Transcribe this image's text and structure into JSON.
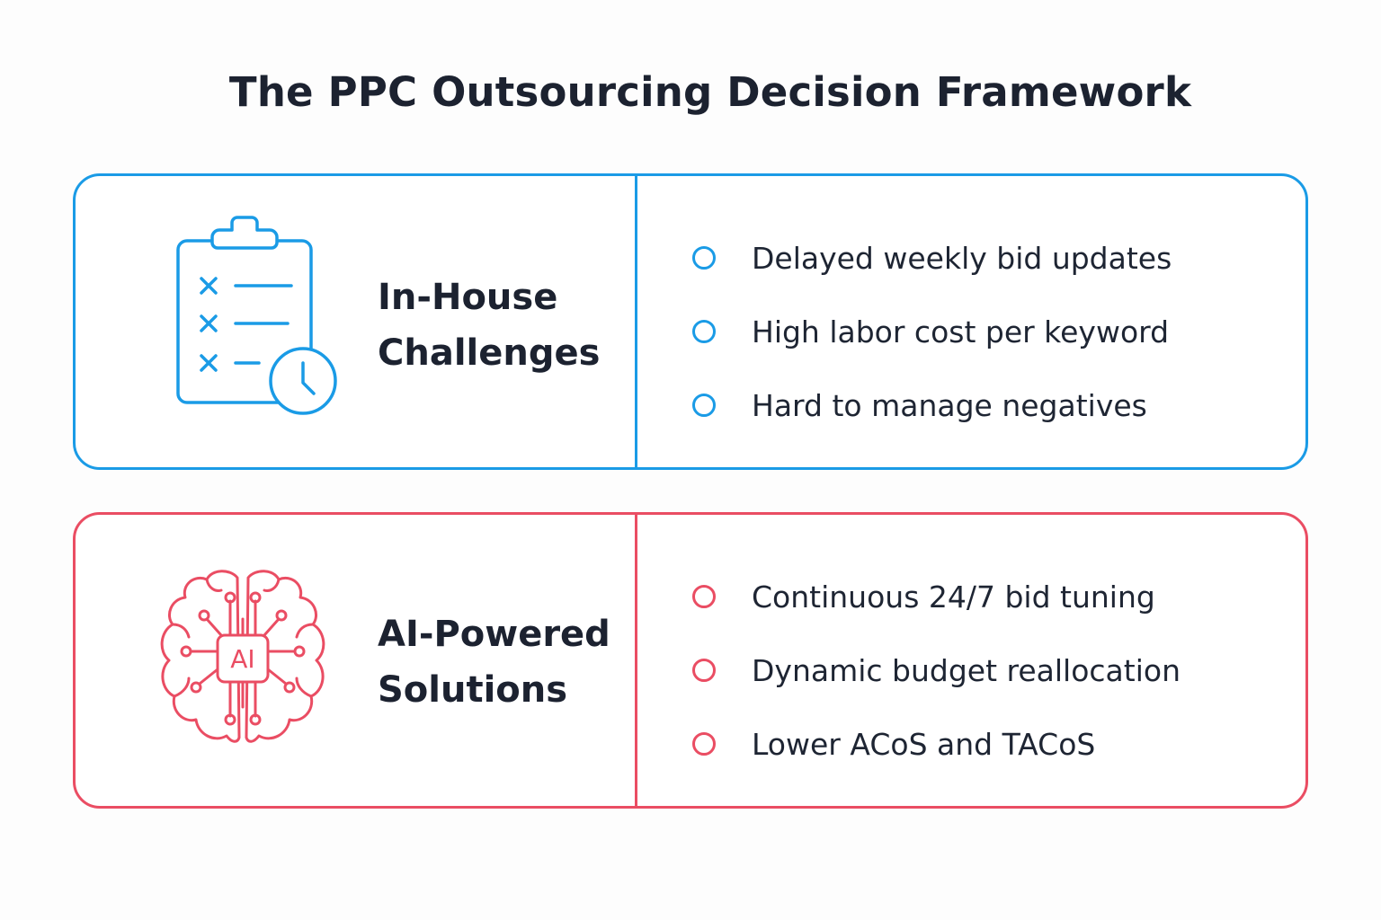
{
  "title": "The PPC Outsourcing Decision Framework",
  "colors": {
    "challenges_accent": "#1a9be6",
    "solutions_accent": "#ea4d63",
    "text": "#1e2533"
  },
  "panels": [
    {
      "heading_line1": "In-House",
      "heading_line2": "Challenges",
      "icon": "clipboard-clock-icon",
      "items": [
        "Delayed weekly bid updates",
        "High labor cost per keyword",
        "Hard to manage negatives"
      ]
    },
    {
      "heading_line1": "AI-Powered",
      "heading_line2": "Solutions",
      "icon": "ai-brain-icon",
      "icon_label": "AI",
      "items": [
        "Continuous 24/7 bid tuning",
        "Dynamic budget reallocation",
        "Lower ACoS and TACoS"
      ]
    }
  ]
}
